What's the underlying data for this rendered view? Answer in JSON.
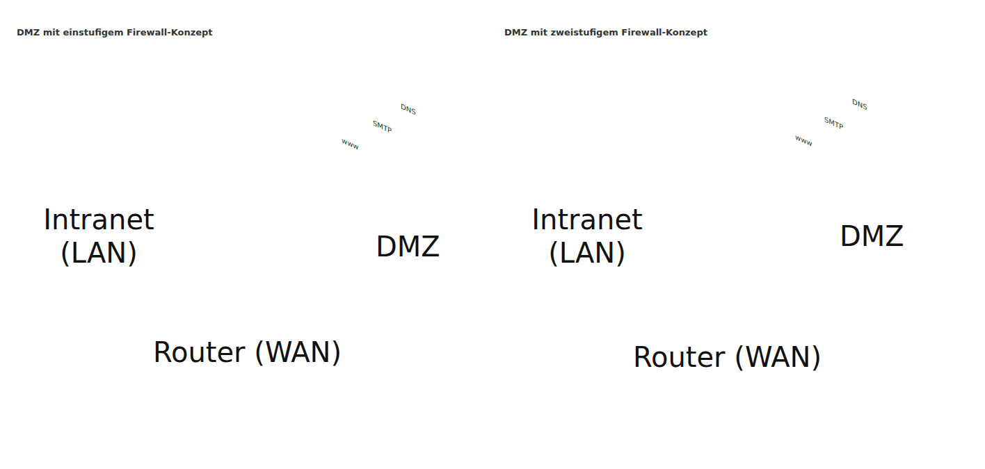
{
  "diagram": {
    "nodes": [
      {
        "text": [
          "Intranet (LAN)"
        ]
      },
      {
        "text": [
          "DMZ"
        ]
      },
      {
        "text": [
          "www"
        ],
        "in": 1
      },
      {
        "text": [
          "SMTP"
        ],
        "in": 1
      },
      {
        "text": [
          "DNS"
        ],
        "in": 1
      },
      {
        "text": [
          "Router (WAN)"
        ]
      },
      {
        "text": [
          "Intranet (LAN)"
        ]
      },
      {
        "text": [
          "DMZ"
        ]
      },
      {
        "text": [
          "www"
        ],
        "in": 7
      },
      {
        "text": [
          "SMTP"
        ],
        "in": 7
      },
      {
        "text": [
          "DNS"
        ],
        "in": 7
      },
      {
        "text": [
          "Router (WAN)"
        ]
      }
    ],
    "labels": [
      "DMZ mit einstufigem Firewall-Konzept",
      "DMZ mit zweistufigem Firewall-Konzept"
    ]
  }
}
